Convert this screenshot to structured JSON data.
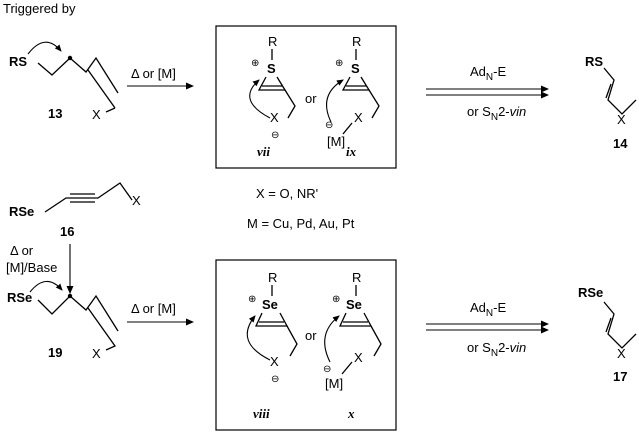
{
  "header": {
    "caption": "Triggered by"
  },
  "conditions": {
    "heat_or_metal": "Δ or [M]",
    "heat_or": "Δ or",
    "metal_base": "[M]/Base",
    "or": "or",
    "adn_main": "Ad",
    "adn_sub": "N",
    "adn_suffix": "-E",
    "sn2_prefix": "or S",
    "sn2_sub": "N",
    "sn2_suffix": "2-",
    "sn2_vin": "vin"
  },
  "groups": {
    "rs": "RS",
    "rse": "RSe",
    "r": "R",
    "s": "S",
    "se": "Se",
    "x": "X",
    "m": "[M]",
    "plus": "⊕",
    "minus": "⊖"
  },
  "compounds": {
    "c13": "13",
    "c14": "14",
    "c16": "16",
    "c17": "17",
    "c19": "19"
  },
  "intermediates": {
    "vii": "vii",
    "ix": "ix",
    "viii": "viii",
    "x": "x"
  },
  "definitions": {
    "x_def": "X = O, NR'",
    "m_def": "M = Cu, Pd, Au, Pt"
  }
}
